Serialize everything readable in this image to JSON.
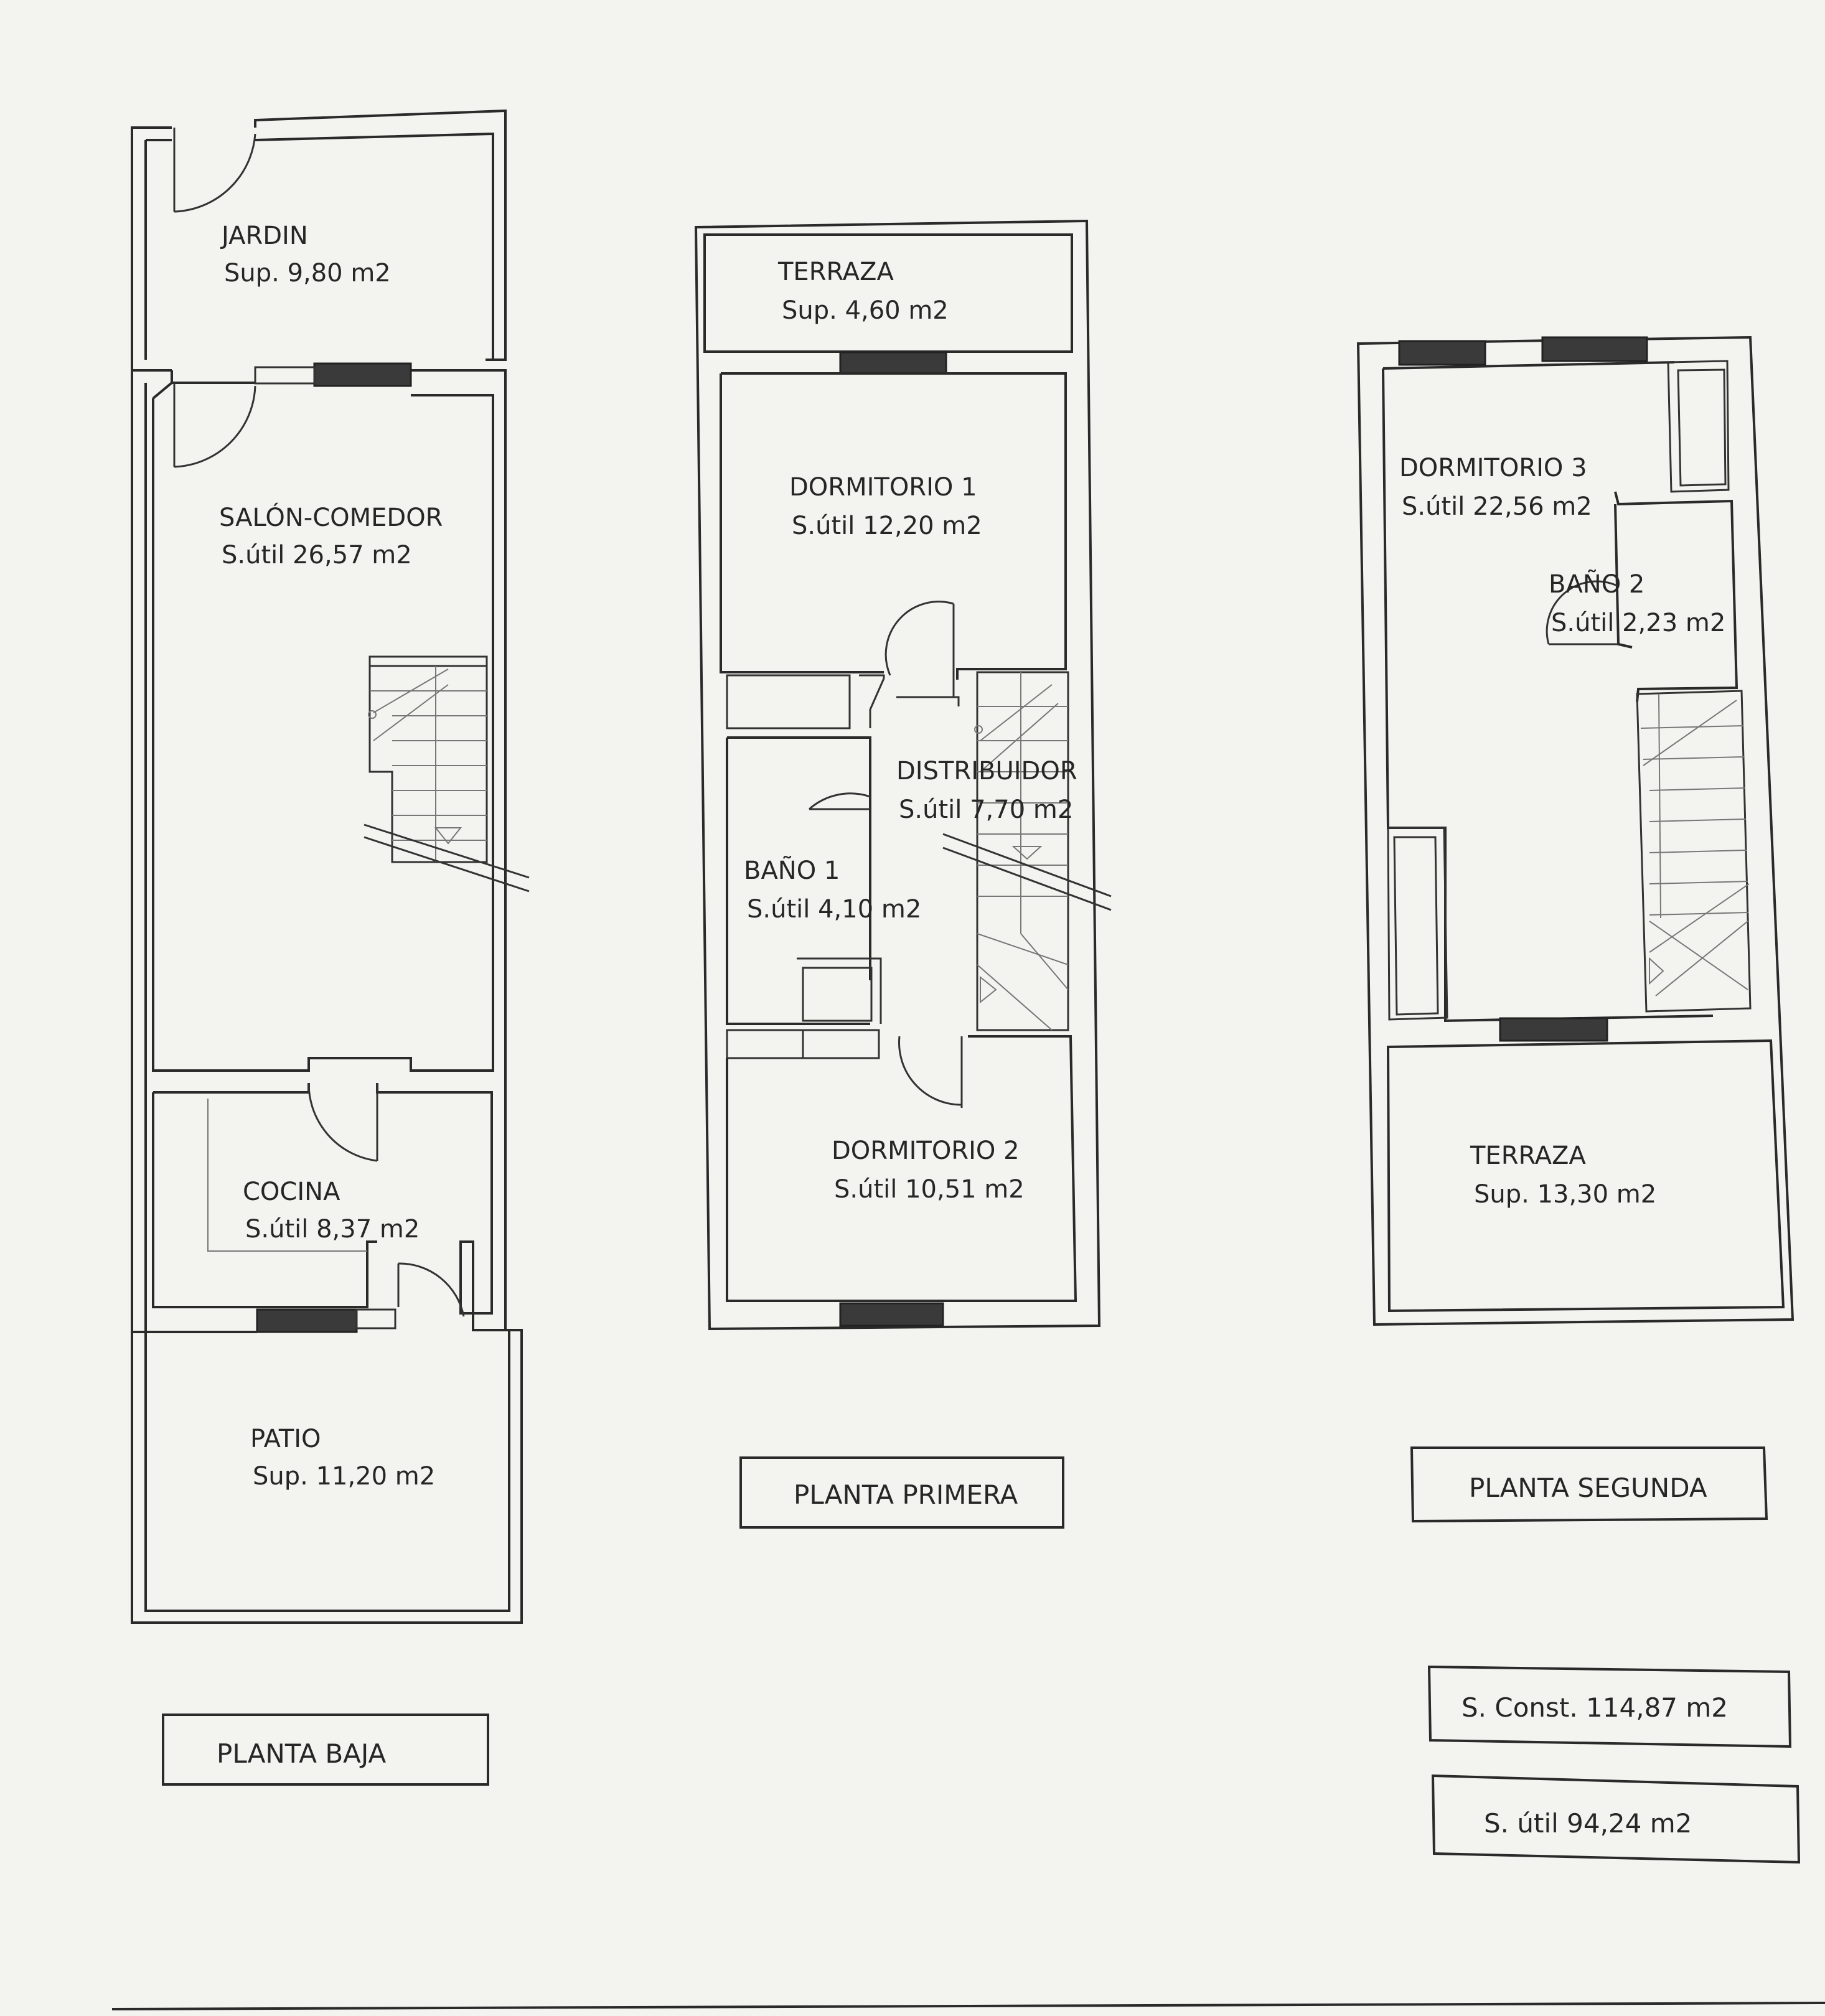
{
  "floors": {
    "baja": {
      "title": "PLANTA BAJA",
      "rooms": [
        {
          "name": "JARDIN",
          "area": "Sup. 9,80 m2"
        },
        {
          "name": "SALÓN-COMEDOR",
          "area": "S.útil 26,57 m2"
        },
        {
          "name": "COCINA",
          "area": "S.útil 8,37 m2"
        },
        {
          "name": "PATIO",
          "area": "Sup. 11,20 m2"
        }
      ]
    },
    "primera": {
      "title": "PLANTA PRIMERA",
      "rooms": [
        {
          "name": "TERRAZA",
          "area": "Sup. 4,60 m2"
        },
        {
          "name": "DORMITORIO 1",
          "area": "S.útil 12,20 m2"
        },
        {
          "name": "DISTRIBUIDOR",
          "area": "S.útil 7,70 m2"
        },
        {
          "name": "BAÑO 1",
          "area": "S.útil 4,10 m2"
        },
        {
          "name": "DORMITORIO 2",
          "area": "S.útil 10,51 m2"
        }
      ]
    },
    "segunda": {
      "title": "PLANTA SEGUNDA",
      "rooms": [
        {
          "name": "DORMITORIO 3",
          "area": "S.útil 22,56 m2"
        },
        {
          "name": "BAÑO 2",
          "area": "S.útil 2,23 m2"
        },
        {
          "name": "TERRAZA",
          "area": "Sup. 13,30 m2"
        }
      ]
    }
  },
  "totals": {
    "constructed": "S. Const. 114,87 m2",
    "useful": "S. útil 94,24 m2"
  }
}
